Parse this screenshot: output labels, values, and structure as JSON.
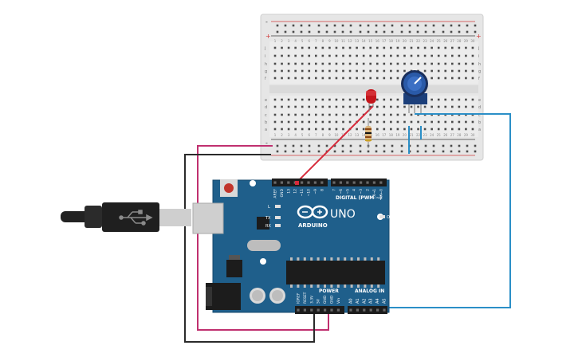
{
  "arduino": {
    "brand": "ARDUINO",
    "model": "UNO",
    "digital_header_label": "DIGITAL (PWM ~)",
    "power_label": "POWER",
    "analog_label": "ANALOG IN",
    "led_l": "L",
    "led_tx": "TX",
    "led_rx": "RX",
    "on_label": "ON",
    "digital_pins": [
      "AREF",
      "GND",
      "13",
      "12",
      "~11",
      "~10",
      "~9",
      "8",
      "7",
      "~6",
      "~5",
      "4",
      "~3",
      "2",
      "TX→1",
      "RX←0"
    ],
    "power_pins": [
      "IOREF",
      "RESET",
      "3.3V",
      "5V",
      "GND",
      "GND",
      "Vin"
    ],
    "analog_pins": [
      "A0",
      "A1",
      "A2",
      "A3",
      "A4",
      "A5"
    ]
  },
  "breadboard": {
    "row_letters_top": [
      "j",
      "i",
      "h",
      "g",
      "f"
    ],
    "row_letters_bottom": [
      "e",
      "d",
      "c",
      "b",
      "a"
    ],
    "column_numbers": [
      "1",
      "2",
      "3",
      "4",
      "5",
      "6",
      "7",
      "8",
      "9",
      "10",
      "11",
      "12",
      "13",
      "14",
      "15",
      "16",
      "17",
      "18",
      "19",
      "20",
      "21",
      "22",
      "23",
      "24",
      "25",
      "26",
      "27",
      "28",
      "29",
      "30"
    ],
    "rail_plus": "+",
    "rail_minus": "-"
  },
  "components": {
    "led": "led",
    "resistor": "resistor",
    "potentiometer": "potentiometer",
    "usb_cable": "usb-cable"
  },
  "colors": {
    "board_blue": "#1f5f8b",
    "wire_red": "#d62a3a",
    "wire_magenta": "#c0306f",
    "wire_black": "#2a2a2a",
    "wire_blue": "#2b8fc7",
    "breadboard_bg": "#e7e7e7",
    "led_red": "#c4161c"
  }
}
